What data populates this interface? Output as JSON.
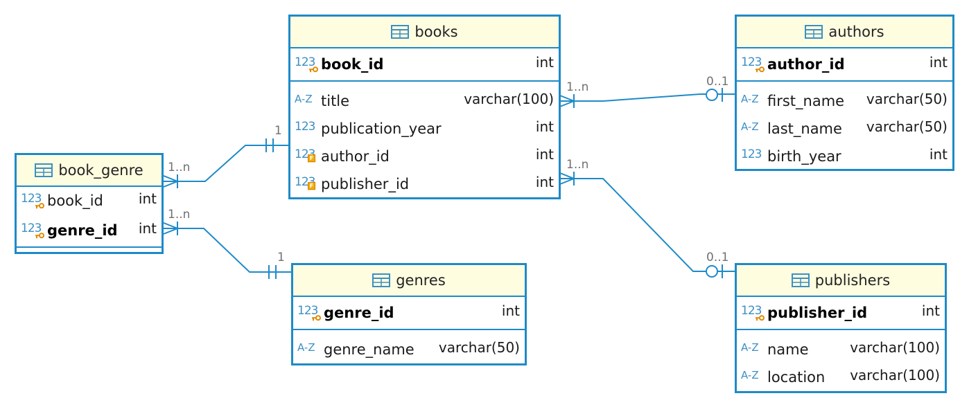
{
  "entities": {
    "books": {
      "name": "books",
      "columns": [
        {
          "name": "book_id",
          "type": "int",
          "icon": "numeric-icon",
          "key": "primary"
        },
        {
          "name": "title",
          "type": "varchar(100)",
          "icon": "text-icon",
          "key": ""
        },
        {
          "name": "publication_year",
          "type": "int",
          "icon": "numeric-icon",
          "key": ""
        },
        {
          "name": "author_id",
          "type": "int",
          "icon": "numeric-icon",
          "key": "foreign"
        },
        {
          "name": "publisher_id",
          "type": "int",
          "icon": "numeric-icon",
          "key": "foreign"
        }
      ]
    },
    "authors": {
      "name": "authors",
      "columns": [
        {
          "name": "author_id",
          "type": "int",
          "icon": "numeric-icon",
          "key": "primary"
        },
        {
          "name": "first_name",
          "type": "varchar(50)",
          "icon": "text-icon",
          "key": ""
        },
        {
          "name": "last_name",
          "type": "varchar(50)",
          "icon": "text-icon",
          "key": ""
        },
        {
          "name": "birth_year",
          "type": "int",
          "icon": "numeric-icon",
          "key": ""
        }
      ]
    },
    "book_genre": {
      "name": "book_genre",
      "columns": [
        {
          "name": "book_id",
          "type": "int",
          "icon": "numeric-icon",
          "key": "primary"
        },
        {
          "name": "genre_id",
          "type": "int",
          "icon": "numeric-icon",
          "key": "primary"
        }
      ]
    },
    "genres": {
      "name": "genres",
      "columns": [
        {
          "name": "genre_id",
          "type": "int",
          "icon": "numeric-icon",
          "key": "primary"
        },
        {
          "name": "genre_name",
          "type": "varchar(50)",
          "icon": "text-icon",
          "key": ""
        }
      ]
    },
    "publishers": {
      "name": "publishers",
      "columns": [
        {
          "name": "publisher_id",
          "type": "int",
          "icon": "numeric-icon",
          "key": "primary"
        },
        {
          "name": "name",
          "type": "varchar(100)",
          "icon": "text-icon",
          "key": ""
        },
        {
          "name": "location",
          "type": "varchar(100)",
          "icon": "text-icon",
          "key": ""
        }
      ]
    }
  },
  "icons": {
    "numeric": "123",
    "text": "A-Z",
    "foreign_key_badge": "F",
    "table": "table-icon",
    "primary_key": "key-icon"
  },
  "relations": {
    "books_authors": {
      "from": "books",
      "to": "authors",
      "from_card": "1..n",
      "to_card": "0..1"
    },
    "books_publishers": {
      "from": "books",
      "to": "publishers",
      "from_card": "1..n",
      "to_card": "0..1"
    },
    "bookgenre_books": {
      "from": "book_genre",
      "to": "books",
      "from_card": "1..n",
      "to_card": "1"
    },
    "bookgenre_genres": {
      "from": "book_genre",
      "to": "genres",
      "from_card": "1..n",
      "to_card": "1"
    }
  },
  "colors": {
    "border": "#1e8ac8",
    "header_bg": "#fffde0",
    "icon_blue": "#3c8fc4",
    "key_orange": "#e08a00",
    "card_gray": "#707070"
  }
}
